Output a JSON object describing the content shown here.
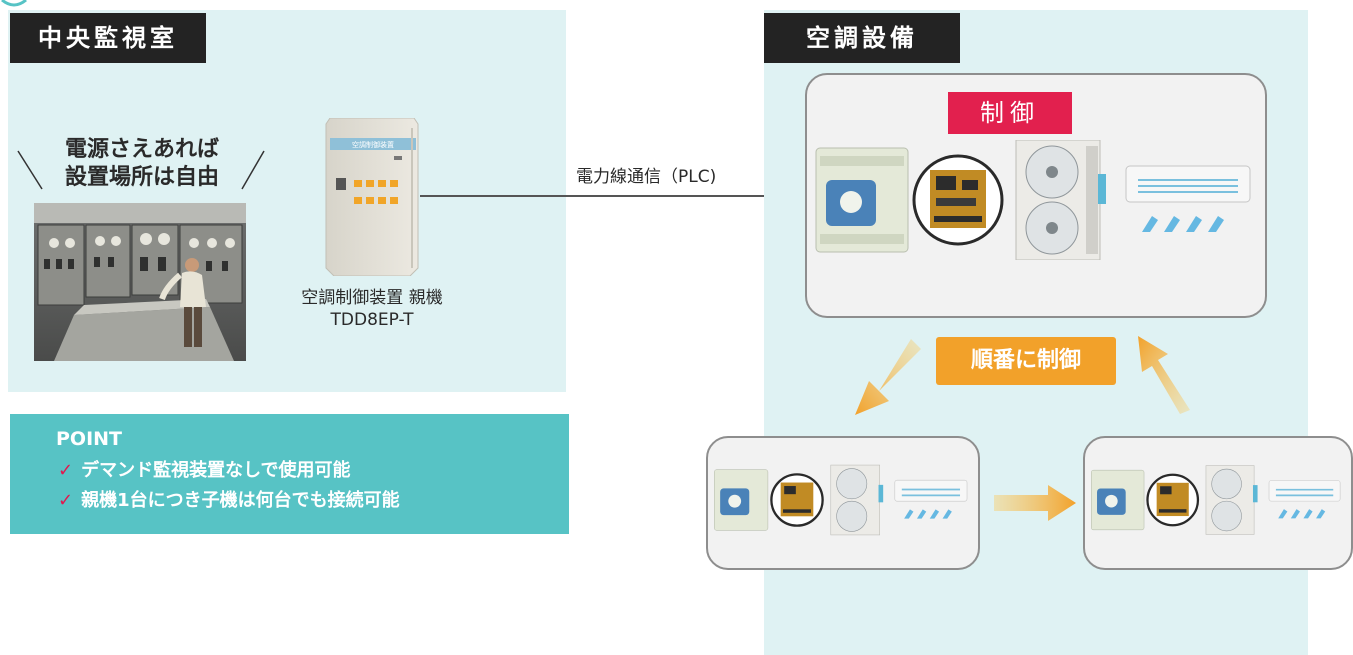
{
  "left_panel": {
    "title": "中央監視室",
    "claim_line1": "電源さえあれば",
    "claim_line2": "設置場所は自由",
    "device_caption_line1": "空調制御装置 親機",
    "device_caption_line2": "TDD8EP-T"
  },
  "connection": {
    "label": "電力線通信（PLC)"
  },
  "point": {
    "title": "POINT",
    "items": [
      "デマンド監視装置なしで使用可能",
      "親機1台につき子機は何台でも接続可能"
    ],
    "check_symbol": "✓"
  },
  "right_panel": {
    "title": "空調設備",
    "control_badge": "制御",
    "sequence_badge": "順番に制御"
  },
  "colors": {
    "panel_bg": "#dff2f3",
    "title_bg": "#232323",
    "point_bg": "#57c3c5",
    "control_red": "#e2204e",
    "orange": "#f2a12a",
    "check_red": "#e1184f"
  }
}
